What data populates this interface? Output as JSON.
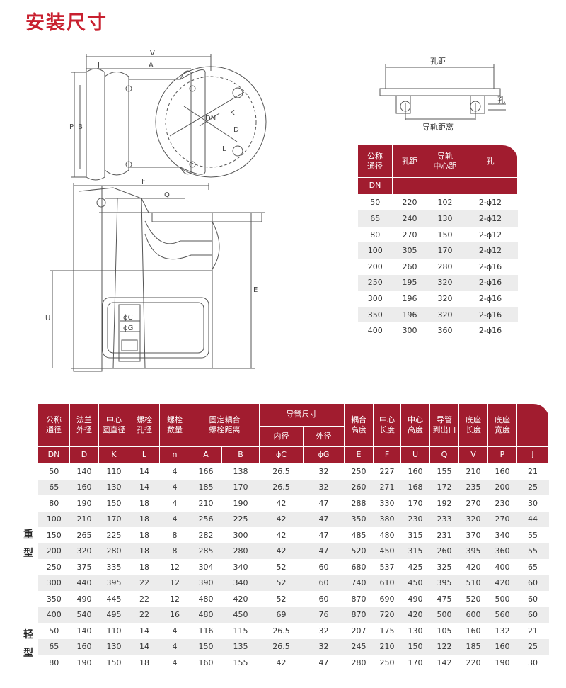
{
  "title": "安装尺寸",
  "drawing": {
    "labels": {
      "V": "V",
      "J": "J",
      "A": "A",
      "P": "P",
      "B": "B",
      "DN": "DN",
      "K": "K",
      "D": "D",
      "L": "L",
      "F": "F",
      "Q": "Q",
      "U": "U",
      "E": "E",
      "phiC": "ϕC",
      "phiG": "ϕG"
    },
    "rail": {
      "hole_distance": "孔距",
      "rail_center": "导轨距离",
      "hole": "孔"
    }
  },
  "small_table": {
    "headers": [
      "公称\n通径",
      "孔距",
      "导轨\n中心距",
      "孔"
    ],
    "sub_header": "DN",
    "rows": [
      [
        "50",
        "220",
        "102",
        "2-ϕ12"
      ],
      [
        "65",
        "240",
        "130",
        "2-ϕ12"
      ],
      [
        "80",
        "270",
        "150",
        "2-ϕ12"
      ],
      [
        "100",
        "305",
        "170",
        "2-ϕ12"
      ],
      [
        "200",
        "260",
        "280",
        "2-ϕ16"
      ],
      [
        "250",
        "195",
        "320",
        "2-ϕ16"
      ],
      [
        "300",
        "196",
        "320",
        "2-ϕ16"
      ],
      [
        "350",
        "196",
        "320",
        "2-ϕ16"
      ],
      [
        "400",
        "300",
        "360",
        "2-ϕ16"
      ]
    ]
  },
  "big_table": {
    "headers": {
      "dn": "公称\n通径",
      "d": "法兰\n外径",
      "k": "中心\n圆直径",
      "l": "螺栓\n孔径",
      "n": "螺栓\n数量",
      "ab": "固定耦合\n螺栓距离",
      "pipe": "导管尺寸",
      "inner": "内径",
      "outer": "外径",
      "e": "耦合\n高度",
      "f": "中心\n长度",
      "u": "中心\n高度",
      "q": "导管\n到出口",
      "v": "底座\n长度",
      "p": "底座\n宽度"
    },
    "codes": [
      "DN",
      "D",
      "K",
      "L",
      "n",
      "A",
      "B",
      "ϕC",
      "ϕG",
      "E",
      "F",
      "U",
      "Q",
      "V",
      "P",
      "J"
    ],
    "groups": {
      "heavy": "重型",
      "light": "轻型"
    },
    "heavy_rows": [
      [
        "50",
        "140",
        "110",
        "14",
        "4",
        "166",
        "138",
        "26.5",
        "32",
        "250",
        "227",
        "160",
        "155",
        "210",
        "160",
        "21"
      ],
      [
        "65",
        "160",
        "130",
        "14",
        "4",
        "185",
        "170",
        "26.5",
        "32",
        "260",
        "271",
        "168",
        "172",
        "235",
        "200",
        "25"
      ],
      [
        "80",
        "190",
        "150",
        "18",
        "4",
        "210",
        "190",
        "42",
        "47",
        "288",
        "330",
        "170",
        "192",
        "270",
        "230",
        "30"
      ],
      [
        "100",
        "210",
        "170",
        "18",
        "4",
        "256",
        "225",
        "42",
        "47",
        "350",
        "380",
        "230",
        "233",
        "320",
        "270",
        "44"
      ],
      [
        "150",
        "265",
        "225",
        "18",
        "8",
        "282",
        "300",
        "42",
        "47",
        "485",
        "480",
        "315",
        "231",
        "370",
        "340",
        "55"
      ],
      [
        "200",
        "320",
        "280",
        "18",
        "8",
        "285",
        "280",
        "42",
        "47",
        "520",
        "450",
        "315",
        "260",
        "395",
        "360",
        "55"
      ],
      [
        "250",
        "375",
        "335",
        "18",
        "12",
        "304",
        "340",
        "52",
        "60",
        "680",
        "537",
        "425",
        "325",
        "420",
        "400",
        "65"
      ],
      [
        "300",
        "440",
        "395",
        "22",
        "12",
        "390",
        "340",
        "52",
        "60",
        "740",
        "610",
        "450",
        "395",
        "510",
        "420",
        "60"
      ],
      [
        "350",
        "490",
        "445",
        "22",
        "12",
        "480",
        "420",
        "52",
        "60",
        "870",
        "690",
        "490",
        "475",
        "520",
        "500",
        "60"
      ],
      [
        "400",
        "540",
        "495",
        "22",
        "16",
        "480",
        "450",
        "69",
        "76",
        "870",
        "720",
        "420",
        "500",
        "600",
        "560",
        "60"
      ]
    ],
    "light_rows": [
      [
        "50",
        "140",
        "110",
        "14",
        "4",
        "116",
        "115",
        "26.5",
        "32",
        "207",
        "175",
        "130",
        "105",
        "160",
        "132",
        "21"
      ],
      [
        "65",
        "160",
        "130",
        "14",
        "4",
        "150",
        "135",
        "26.5",
        "32",
        "245",
        "210",
        "150",
        "122",
        "185",
        "160",
        "25"
      ],
      [
        "80",
        "190",
        "150",
        "18",
        "4",
        "160",
        "155",
        "42",
        "47",
        "280",
        "250",
        "170",
        "142",
        "220",
        "190",
        "30"
      ]
    ]
  }
}
